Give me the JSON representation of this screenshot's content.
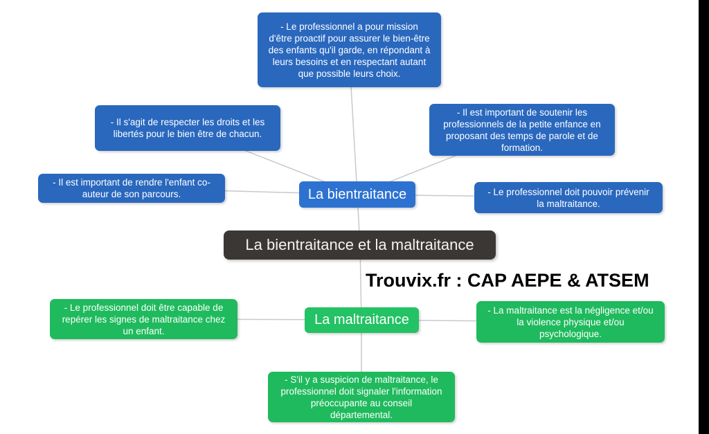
{
  "watermark": {
    "text": "Trouvix.fr : CAP AEPE & ATSEM"
  },
  "root": {
    "label": "La bientraitance et la maltraitance"
  },
  "branches": {
    "bientraitance": {
      "label": "La bientraitance",
      "notes": {
        "mission": {
          "text": "- Le professionnel a pour mission d'être proactif pour assurer le bien-être des enfants qu'il garde, en répondant à leurs besoins et en respectant autant que possible leurs choix."
        },
        "droits": {
          "text": "- Il s'agit de respecter les droits et les libertés pour le bien être de chacun."
        },
        "coauteur": {
          "text": "- Il est important de rendre l'enfant co-auteur de son parcours."
        },
        "soutenir": {
          "text": "- Il est important de soutenir les professionnels de la petite enfance en proposant des temps de parole et de formation."
        },
        "prevenir": {
          "text": "- Le professionnel doit pouvoir prévenir la maltraitance."
        }
      }
    },
    "maltraitance": {
      "label": "La maltraitance",
      "notes": {
        "reperer": {
          "text": "- Le professionnel doit être capable de repérer les signes de maltraitance chez un enfant."
        },
        "negligence": {
          "text": "- La maltraitance est la négligence et/ou la violence physique et/ou psychologique."
        },
        "signaler": {
          "text": "- S'il y a suspicion de maltraitance, le professionnel doit signaler l'information préoccupante au conseil départemental."
        }
      }
    }
  },
  "colors": {
    "blue_note": "#2a68be",
    "blue_branch": "#2d72d0",
    "green_note": "#1fba5d",
    "green_branch": "#23c264",
    "root_box": "#3b3734",
    "connector": "#c9c9c9",
    "right_bar": "#000000",
    "background": "#ffffff"
  }
}
